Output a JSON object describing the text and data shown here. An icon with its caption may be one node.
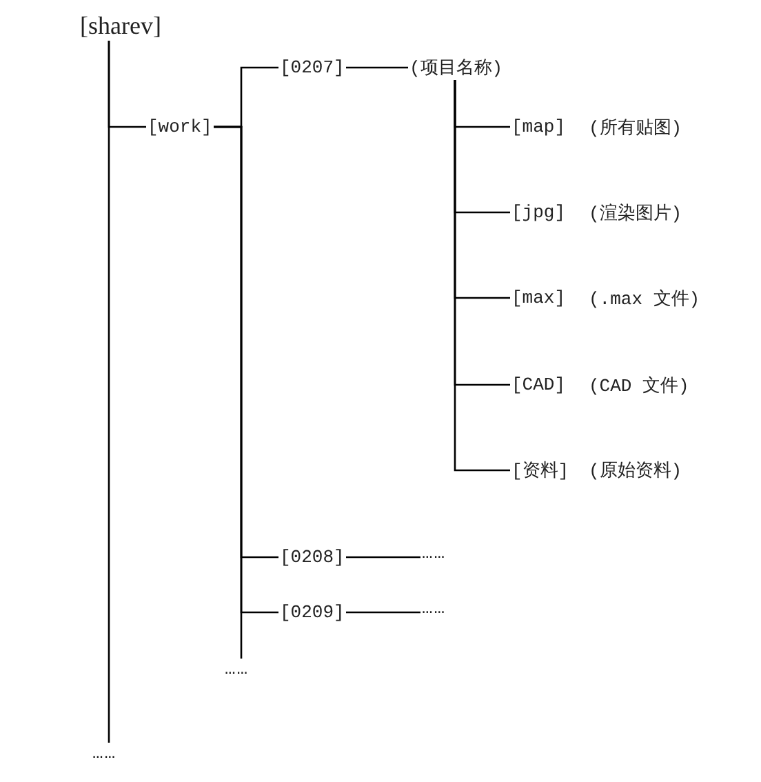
{
  "diagram": {
    "nodes": [
      {
        "text": [
          "[sharev]"
        ]
      },
      {
        "text": [
          "[work]"
        ]
      },
      {
        "text": [
          "[0207]"
        ]
      },
      {
        "text": [
          "(项目名称)"
        ]
      },
      {
        "text": [
          "[map]"
        ],
        "beside": [
          "(所有贴图)"
        ]
      },
      {
        "text": [
          "[jpg]"
        ],
        "beside": [
          "(渲染图片)"
        ]
      },
      {
        "text": [
          "[max]"
        ],
        "beside": [
          "(.max 文件)"
        ]
      },
      {
        "text": [
          "[CAD]"
        ],
        "beside": [
          "(CAD 文件)"
        ]
      },
      {
        "text": [
          "[资料]"
        ],
        "beside": [
          "(原始资料)"
        ]
      },
      {
        "text": [
          "[0208]"
        ]
      },
      {
        "text": [
          "……"
        ]
      },
      {
        "text": [
          "[0209]"
        ]
      },
      {
        "text": [
          "……"
        ]
      },
      {
        "text": [
          "……"
        ]
      },
      {
        "text": [
          "……"
        ]
      }
    ],
    "edges": [
      {
        "from": 0,
        "to": 1,
        "arrow": "none"
      },
      {
        "from": 0,
        "to": 14,
        "arrow": "none"
      },
      {
        "from": 1,
        "to": 2,
        "arrow": "none"
      },
      {
        "from": 1,
        "to": 9,
        "arrow": "none"
      },
      {
        "from": 1,
        "to": 11,
        "arrow": "none"
      },
      {
        "from": 1,
        "to": 13,
        "arrow": "none"
      },
      {
        "from": 2,
        "to": 3,
        "arrow": "none"
      },
      {
        "from": 3,
        "to": 4,
        "arrow": "none"
      },
      {
        "from": 3,
        "to": 5,
        "arrow": "none"
      },
      {
        "from": 3,
        "to": 6,
        "arrow": "none"
      },
      {
        "from": 3,
        "to": 7,
        "arrow": "none"
      },
      {
        "from": 3,
        "to": 8,
        "arrow": "none"
      },
      {
        "from": 9,
        "to": 10,
        "arrow": "none"
      },
      {
        "from": 11,
        "to": 12,
        "arrow": "none"
      }
    ]
  }
}
